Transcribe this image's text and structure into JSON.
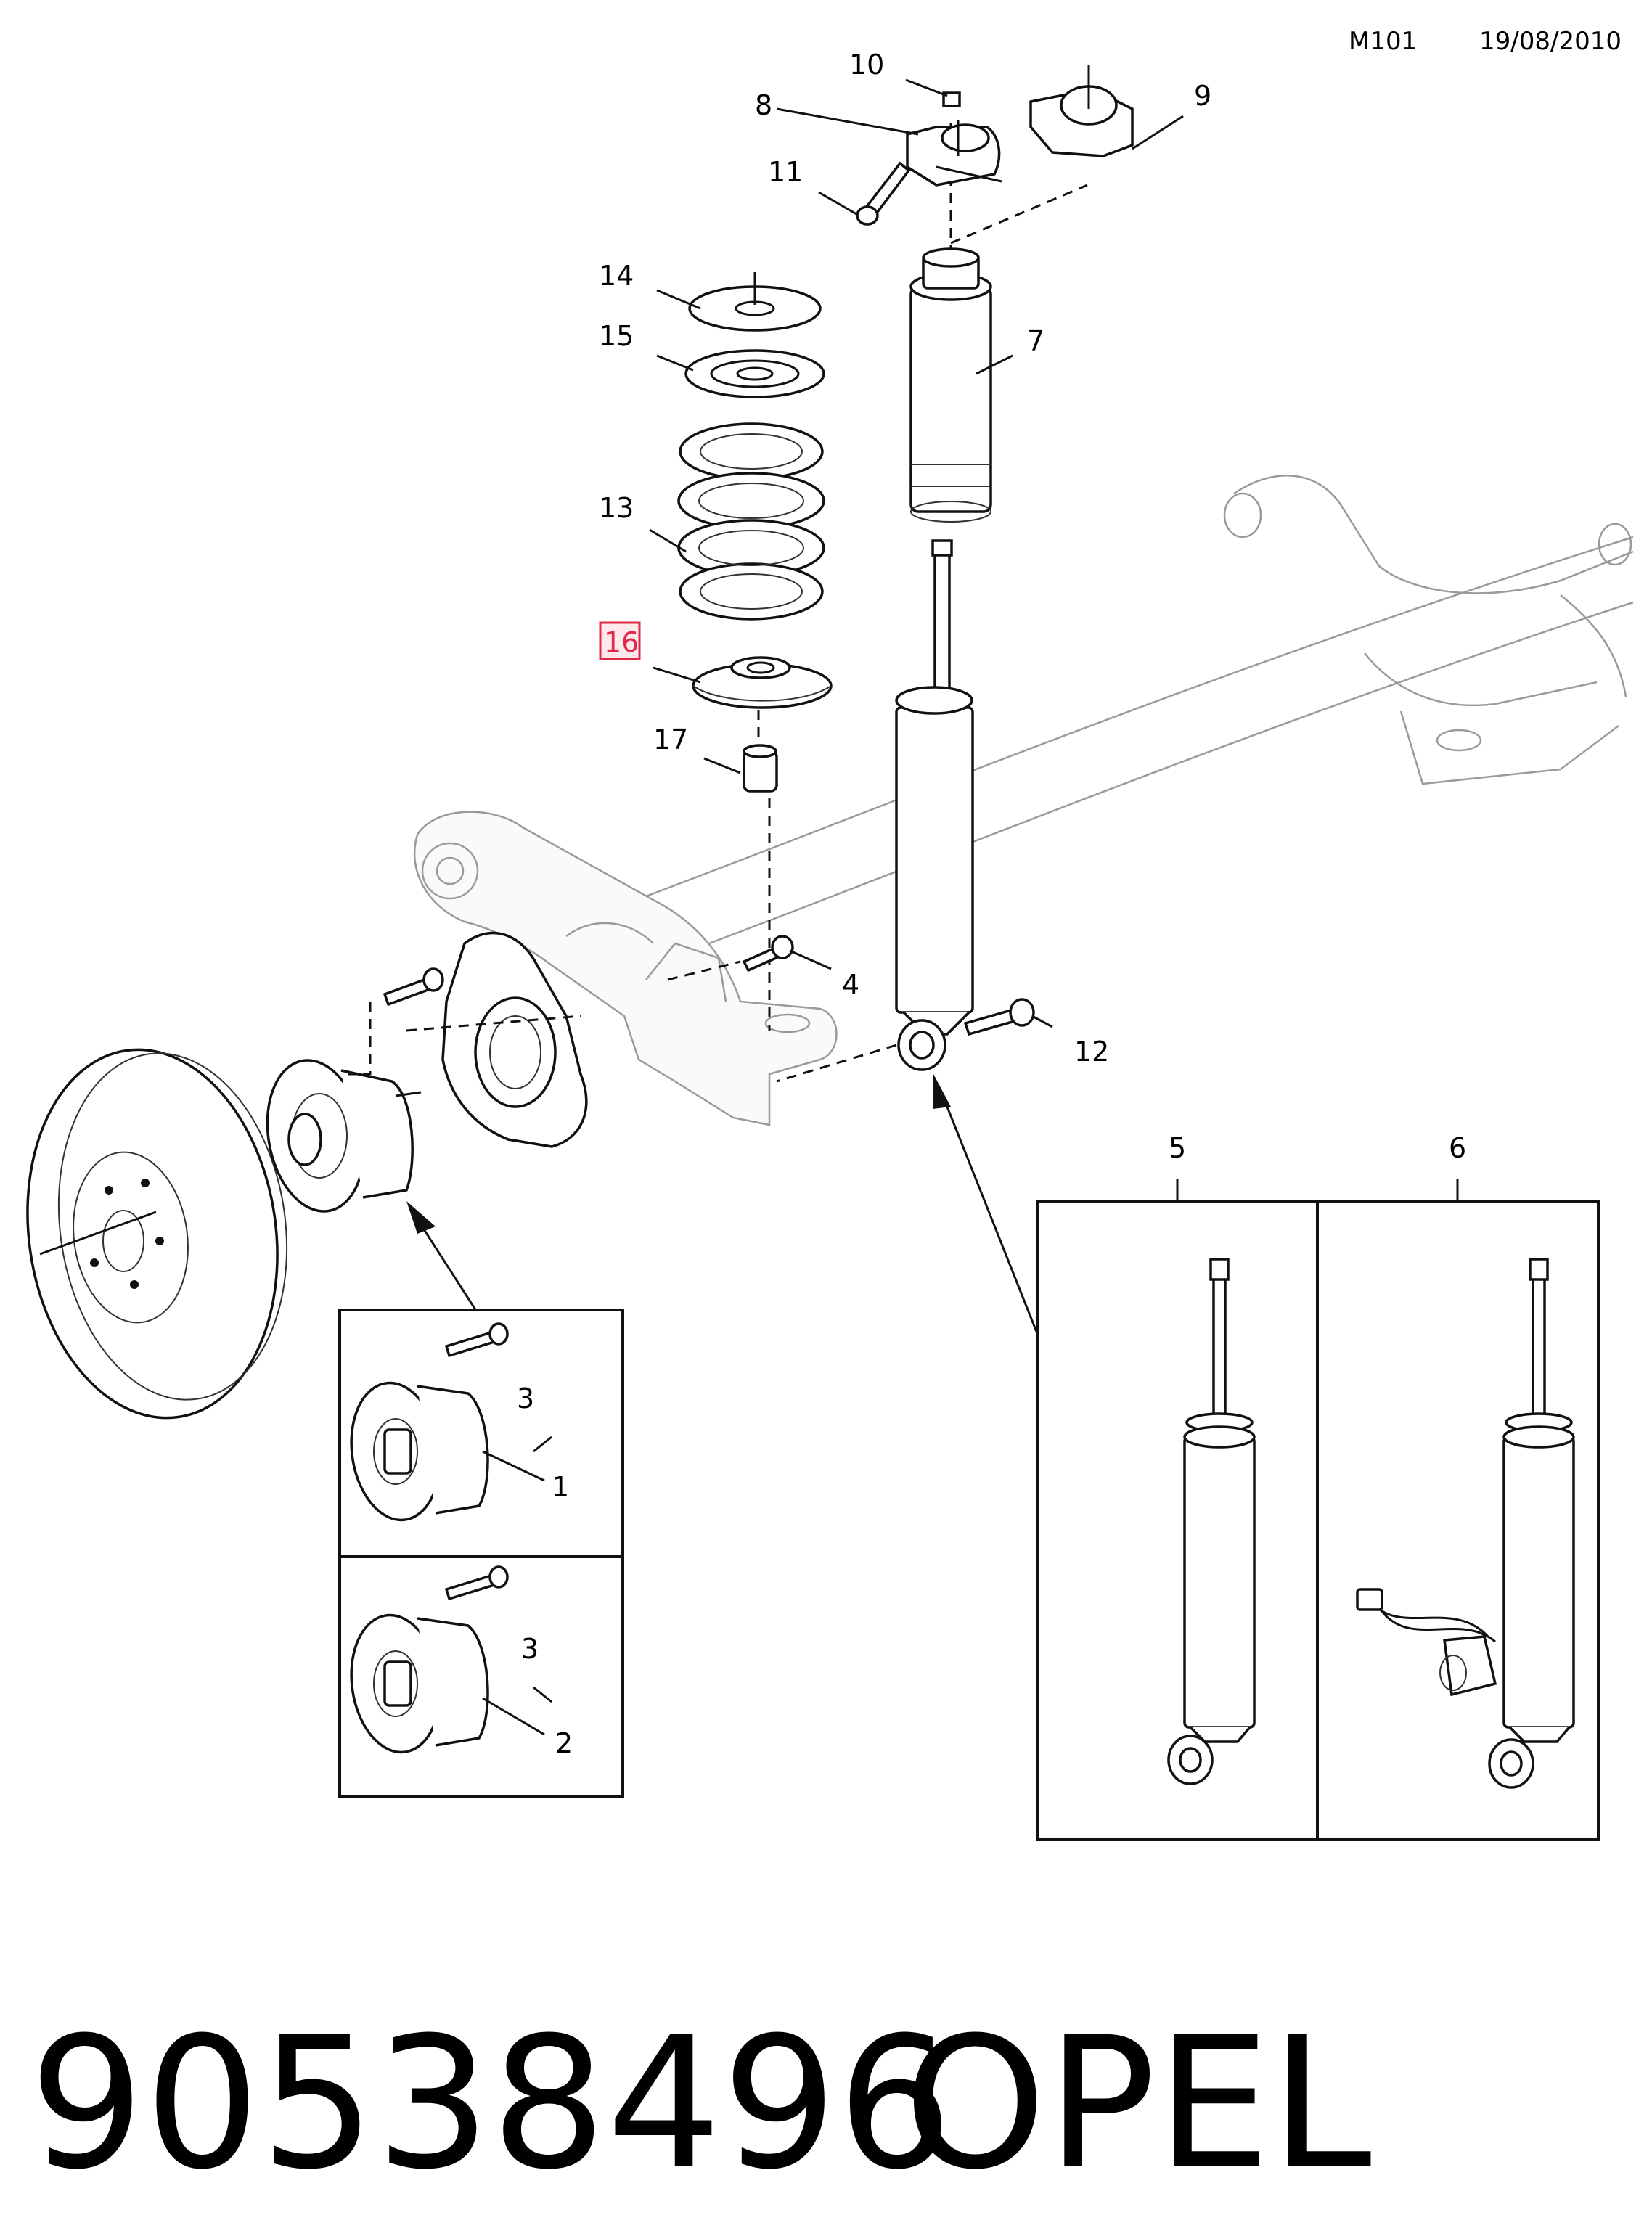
{
  "header": {
    "code": "M101",
    "date": "19/08/2010"
  },
  "footer": {
    "part_number": "90538496",
    "brand": "OPEL"
  },
  "highlight_color": "#e0284a",
  "callouts": {
    "c1": "1",
    "c2": "2",
    "c3a": "3",
    "c3b": "3",
    "c4": "4",
    "c5": "5",
    "c6": "6",
    "c7": "7",
    "c8": "8",
    "c9": "9",
    "c10": "10",
    "c11": "11",
    "c12": "12",
    "c13": "13",
    "c14": "14",
    "c15": "15",
    "c16": "16",
    "c17": "17"
  }
}
